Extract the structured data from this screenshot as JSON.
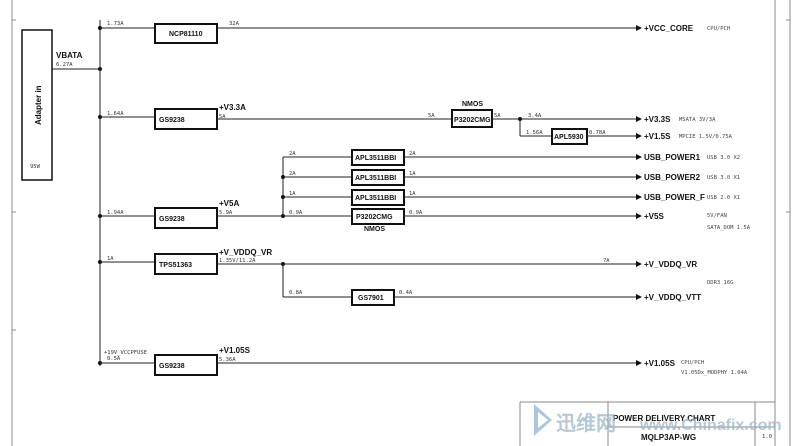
{
  "adapter": {
    "title": "Adapter in",
    "rating": "95W"
  },
  "vbata": {
    "label": "VBATA",
    "current": "6.27A"
  },
  "nodes": {
    "ncp": {
      "in": "1.73A",
      "out": "32A",
      "chip": "NCP81110",
      "rail": "+VCC_CORE",
      "comment": "CPU/PCH"
    },
    "v33": {
      "in": "1.64A",
      "chip": "GS9238",
      "tag": "+V3.3A",
      "out": "5A",
      "mos_in": "5A",
      "mos": "P3202CMG",
      "mos_title": "NMOS",
      "mos_out": "5A",
      "o1": "3.4A",
      "rail1": "+V3.3S",
      "c1": "MSATA 3V/3A",
      "o2": "1.56A",
      "ldo": "APL5930",
      "o2b": "0.78A",
      "rail2": "+V1.5S",
      "c2": "MPCIE 1.5V/0.75A"
    },
    "usb": [
      {
        "in": "2A",
        "chip": "APL3511BBI",
        "out": "2A",
        "rail": "USB_POWER1",
        "comment": "USB 3.0 X2"
      },
      {
        "in": "2A",
        "chip": "APL3511BBI",
        "out": "1A",
        "rail": "USB_POWER2",
        "comment": "USB 3.0 X1"
      },
      {
        "in": "1A",
        "chip": "APL3511BBI",
        "out": "1A",
        "rail": "USB_POWER_F",
        "comment": "USB 2.0 X1"
      }
    ],
    "v5": {
      "in": "1.94A",
      "chip": "GS9238",
      "tag": "+V5A",
      "out": "5.9A",
      "mos_in": "0.9A",
      "mos": "P3202CMG",
      "mos_title": "NMOS",
      "mos_out": "0.9A",
      "rail": "+V5S",
      "c1": "5V/FAN",
      "c2": "SATA_DOM 1.5A"
    },
    "vddq": {
      "in": "1A",
      "chip": "TPS51363",
      "tag": "+V_VDDQ_VR",
      "out": "1.35V/11.2A",
      "o1": "7A",
      "rail1": "+V_VDDQ_VR",
      "c1": "DDR3 16G",
      "vtt_in": "0.8A",
      "vtt_chip": "GS7901",
      "vtt_out": "0.4A",
      "rail2": "+V_VDDQ_VTT"
    },
    "v105": {
      "fuse": "+19V_VCCPFUSE",
      "in": "0.5A",
      "chip": "GS9238",
      "tag": "+V1.05S",
      "out": "5.36A",
      "rail": "+V1.05S",
      "c1": "CPU/PCH",
      "c2": "V1.05Dx_MODPHY 1.04A"
    }
  },
  "title_block": {
    "title": "POWER DELIVERY CHART",
    "project": "MQLP3AP-WG",
    "rev": "1.0"
  },
  "watermark": {
    "cn": "迅维网",
    "url": "www.Chinafix.com"
  }
}
